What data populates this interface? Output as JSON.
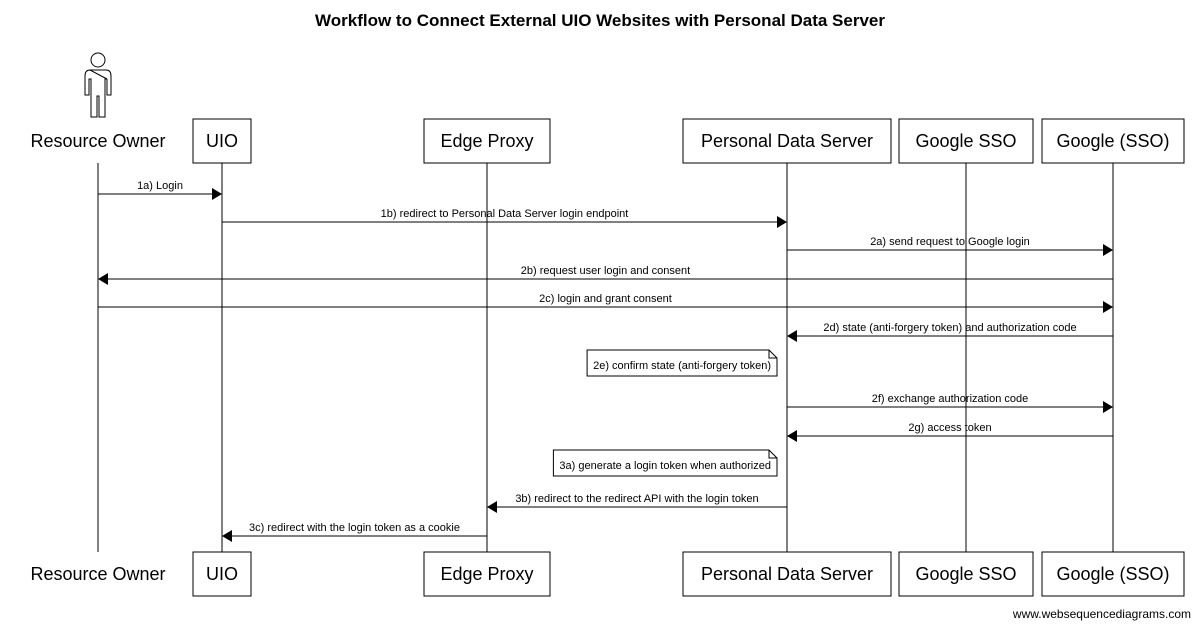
{
  "title": "Workflow to Connect External UIO Websites with Personal Data Server",
  "participants": [
    {
      "id": "ro",
      "label": "Resource Owner",
      "kind": "actor"
    },
    {
      "id": "uio",
      "label": "UIO",
      "kind": "participant"
    },
    {
      "id": "edge",
      "label": "Edge Proxy",
      "kind": "participant"
    },
    {
      "id": "pds",
      "label": "Personal Data Server",
      "kind": "participant"
    },
    {
      "id": "gsso",
      "label": "Google SSO",
      "kind": "participant"
    },
    {
      "id": "gsso2",
      "label": "Google (SSO)",
      "kind": "participant"
    }
  ],
  "steps": [
    {
      "type": "message",
      "from": "ro",
      "to": "uio",
      "label": "1a) Login"
    },
    {
      "type": "message",
      "from": "uio",
      "to": "pds",
      "label": "1b) redirect to Personal Data Server login endpoint"
    },
    {
      "type": "message",
      "from": "pds",
      "to": "gsso2",
      "label": "2a) send request to Google login"
    },
    {
      "type": "message",
      "from": "gsso2",
      "to": "ro",
      "label": "2b) request user login and consent"
    },
    {
      "type": "message",
      "from": "ro",
      "to": "gsso2",
      "label": "2c) login and grant consent"
    },
    {
      "type": "message",
      "from": "gsso2",
      "to": "pds",
      "label": "2d) state (anti-forgery token) and authorization code"
    },
    {
      "type": "note",
      "leftOf": "pds",
      "label": "2e) confirm state (anti-forgery token)"
    },
    {
      "type": "message",
      "from": "pds",
      "to": "gsso2",
      "label": "2f) exchange authorization code"
    },
    {
      "type": "message",
      "from": "gsso2",
      "to": "pds",
      "label": "2g) access token"
    },
    {
      "type": "note",
      "leftOf": "pds",
      "label": "3a) generate a login token when authorized"
    },
    {
      "type": "message",
      "from": "pds",
      "to": "edge",
      "label": "3b) redirect to the redirect API with the login token"
    },
    {
      "type": "message",
      "from": "edge",
      "to": "uio",
      "label": "3c) redirect with the login token as a cookie"
    }
  ],
  "footer": "www.websequencediagrams.com"
}
